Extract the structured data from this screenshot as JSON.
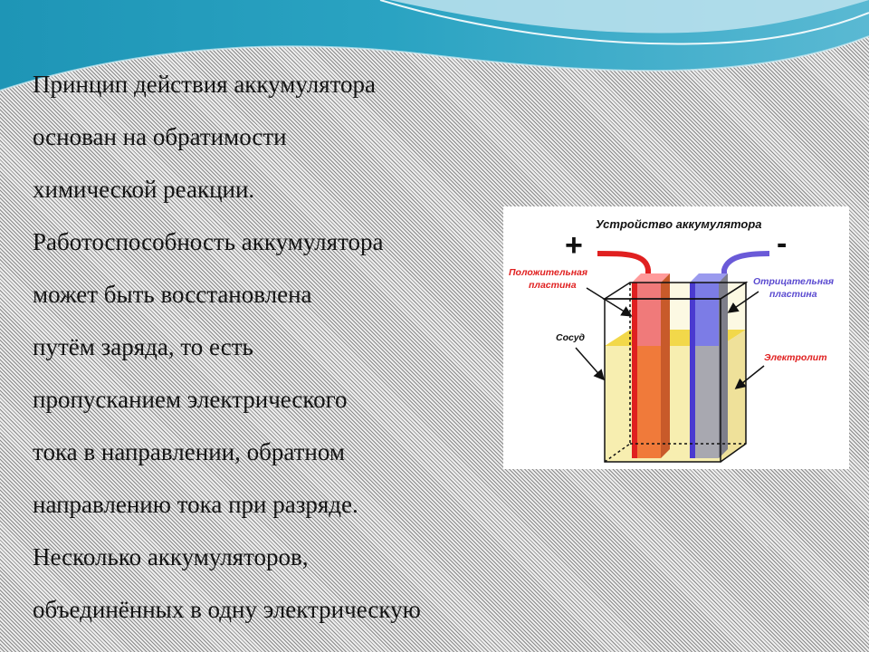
{
  "slide": {
    "text_lines": [
      "Принцип действия аккумулятора",
      "основан на обратимости",
      "химической реакции.",
      "Работоспособность аккумулятора",
      "может быть восстановлена",
      "путём заряда, то есть",
      "пропусканием электрического",
      "тока в направлении, обратном",
      "направлению тока при разряде.",
      "Несколько аккумуляторов,",
      "объединённых в одну электрическую"
    ]
  },
  "diagram": {
    "title": "Устройство аккумулятора",
    "plus_sign": "+",
    "minus_sign": "-",
    "positive_plate_label_line1": "Положительная",
    "positive_plate_label_line2": "пластина",
    "negative_plate_label_line1": "Отрицательная",
    "negative_plate_label_line2": "пластина",
    "vessel_label": "Сосуд",
    "electrolyte_label": "Электролит"
  },
  "colors": {
    "wave_dark": "#1a8fb0",
    "wave_light": "#bfe3ee",
    "positive": "#e02020",
    "negative": "#6a5ad8",
    "positive_plate": "#f07a3a",
    "negative_plate": "#a8a8b0",
    "electrolyte": "#f7eeb0"
  }
}
